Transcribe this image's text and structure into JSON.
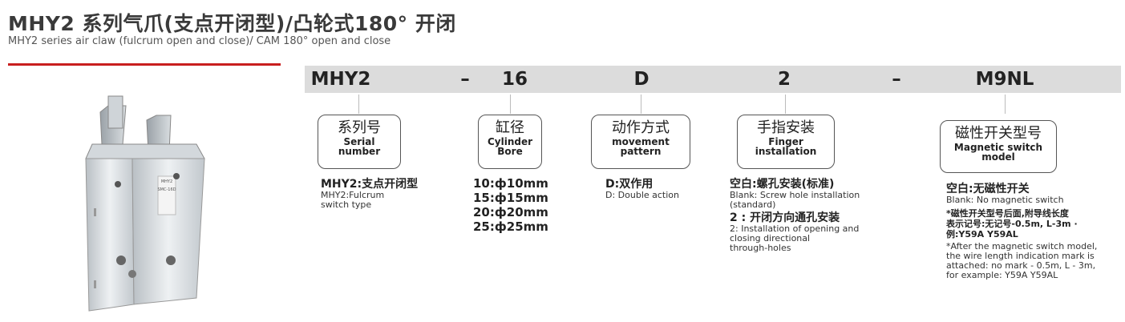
{
  "header": {
    "title": "MHY2 系列气爪(支点开闭型)/凸轮式180° 开闭",
    "subtitle": "MHY2 series air claw (fulcrum open and close)/ CAM 180°   open and close"
  },
  "product_image": {
    "label_cn": "MHY2",
    "label_detail": "SMC-16D"
  },
  "code": {
    "segments": [
      "MHY2",
      "–",
      "16",
      "D",
      "2",
      "–",
      "M9NL"
    ]
  },
  "fields": {
    "series": {
      "cn": "系列号",
      "en1": "Serial",
      "en2": "number"
    },
    "bore": {
      "cn": "缸径",
      "en1": "Cylinder",
      "en2": "Bore"
    },
    "movement": {
      "cn": "动作方式",
      "en1": "movement",
      "en2": "pattern"
    },
    "finger": {
      "cn": "手指安装",
      "en1": "Finger",
      "en2": "installation"
    },
    "switch": {
      "cn": "磁性开关型号",
      "en1": "Magnetic switch",
      "en2": "model"
    }
  },
  "descriptions": {
    "series": {
      "cn": "MHY2:支点开闭型",
      "en1": "MHY2:Fulcrum",
      "en2": "switch type"
    },
    "bore": {
      "lines": [
        "10:ф10mm",
        "15:ф15mm",
        "20:ф20mm",
        "25:ф25mm"
      ]
    },
    "movement": {
      "cn": "D:双作用",
      "en": "D: Double action"
    },
    "finger": {
      "blank_cn": "空白:螺孔安装(标准)",
      "blank_en1": "Blank: Screw hole installation",
      "blank_en2": "(standard)",
      "two_cn": "2 : 开闭方向通孔安装",
      "two_en1": "2: Installation of opening and",
      "two_en2": "closing directional",
      "two_en3": "through-holes"
    },
    "switch": {
      "blank_cn": "空白:无磁性开关",
      "blank_en": "Blank: No magnetic switch",
      "note_cn1": "*磁性开关型号后面,附导线长度",
      "note_cn2": "表示记号:无记号-0.5m, L-3m ·",
      "note_cn3": "例:Y59A Y59AL",
      "note_en1": "*After the magnetic switch model,",
      "note_en2": "the wire length indication mark is",
      "note_en3": "attached: no mark - 0.5m,  L - 3m,",
      "note_en4": "for example: Y59A Y59AL"
    }
  },
  "colors": {
    "accent": "#c81e1e",
    "code_bar": "#dcdcdc"
  }
}
